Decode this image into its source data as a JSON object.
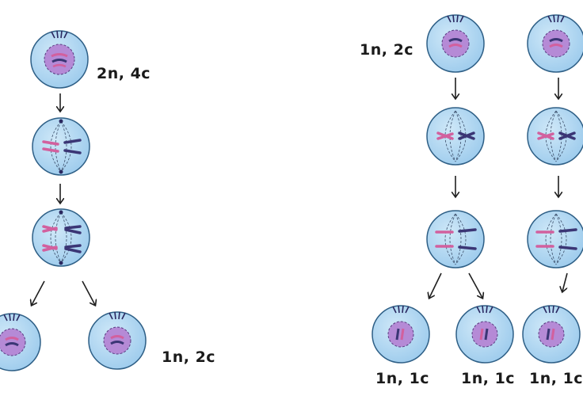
{
  "labels": {
    "parent_cell": "2n, 4c",
    "meiosis1_products": "1n, 2c",
    "meiosis2_input": "1n, 2c",
    "gamete_1": "1n, 1c",
    "gamete_2": "1n, 1c",
    "gamete_3": "1n, 1c"
  },
  "colors": {
    "cytoplasm": "#a9d3f0",
    "membrane": "#2e5f86",
    "nucleus": "#b58ad6",
    "chromosome_pink": "#d2609e",
    "chromosome_dark": "#3b3675",
    "centrosome": "#2a2860",
    "spindle": "#3c4f6b",
    "arrow": "#1f1f1f"
  }
}
